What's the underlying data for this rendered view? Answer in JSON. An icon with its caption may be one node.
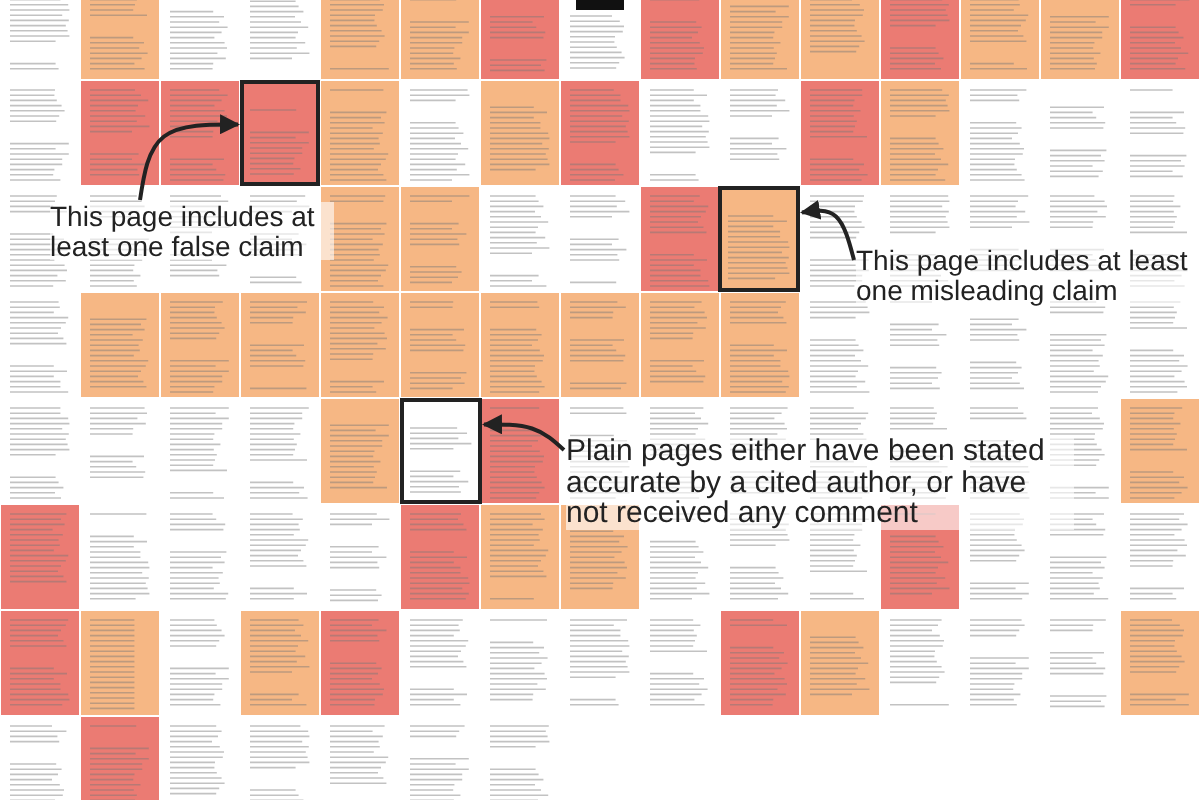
{
  "diagram": {
    "nodes": [
      {
        "text": [
          "This page includes at least one false claim"
        ]
      },
      {
        "text": [],
        "shape": "picture"
      },
      {
        "text": [
          "This page includes at least one misleading claim"
        ]
      },
      {
        "text": [],
        "shape": "picture"
      },
      {
        "text": [
          "Plain pages either have been stated accurate by a cited author, or have not received any comment"
        ]
      },
      {
        "text": [],
        "shape": "picture"
      }
    ],
    "edges": [
      {
        "from": 0,
        "to": 1,
        "arrow": "to"
      },
      {
        "from": 2,
        "to": 3,
        "arrow": "to"
      },
      {
        "from": 4,
        "to": 5,
        "arrow": "to"
      }
    ]
  }
}
